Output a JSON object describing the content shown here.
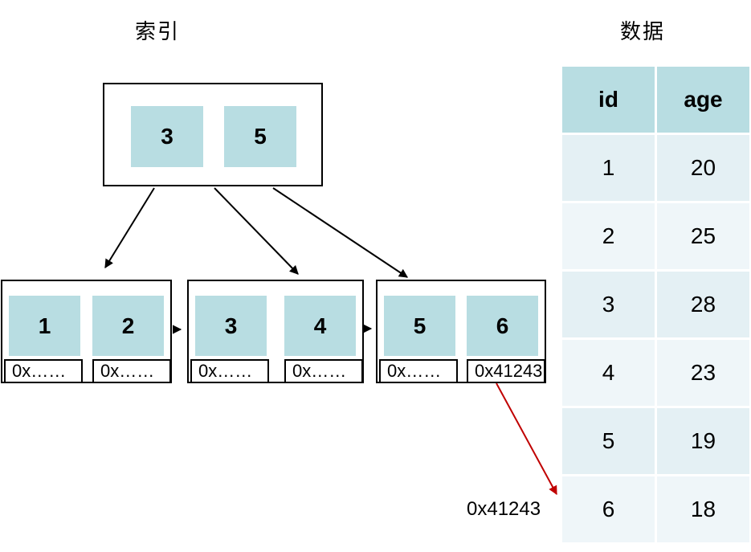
{
  "titles": {
    "index": "索引",
    "data": "数据"
  },
  "index_tree": {
    "root": {
      "keys": [
        "3",
        "5"
      ]
    },
    "leaves": [
      {
        "keys": [
          "1",
          "2"
        ],
        "pointers": [
          "0x……",
          "0x……"
        ]
      },
      {
        "keys": [
          "3",
          "4"
        ],
        "pointers": [
          "0x……",
          "0x……"
        ]
      },
      {
        "keys": [
          "5",
          "6"
        ],
        "pointers": [
          "0x……",
          "0x41243"
        ]
      }
    ]
  },
  "highlight_pointer_label": "0x41243",
  "data_table": {
    "headers": [
      "id",
      "age"
    ],
    "rows": [
      [
        "1",
        "20"
      ],
      [
        "2",
        "25"
      ],
      [
        "3",
        "28"
      ],
      [
        "4",
        "23"
      ],
      [
        "5",
        "19"
      ],
      [
        "6",
        "18"
      ]
    ]
  },
  "colors": {
    "cell_fill": "#b8dde2",
    "table_row_odd": "#e4f0f4",
    "table_row_even": "#eff6f9",
    "highlight_arrow": "#c00000",
    "line_black": "#000000"
  }
}
